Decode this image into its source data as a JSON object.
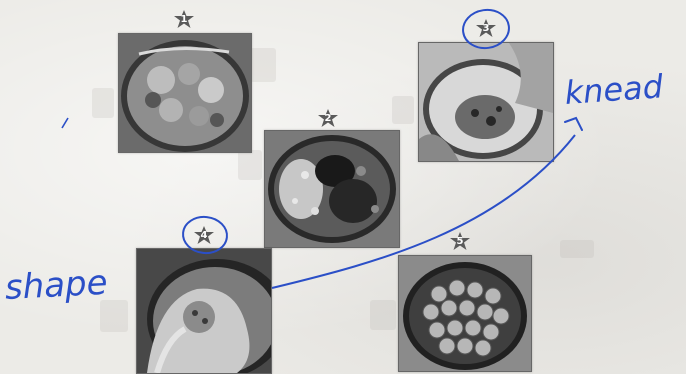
{
  "steps": [
    {
      "number": "1"
    },
    {
      "number": "2"
    },
    {
      "number": "3"
    },
    {
      "number": "4"
    },
    {
      "number": "5"
    }
  ],
  "annotations": {
    "knead": "knead",
    "shape": "shape"
  },
  "colors": {
    "ink": "#2b4fc7",
    "badge": "#5a5a5a",
    "paper": "#ecebe7"
  }
}
